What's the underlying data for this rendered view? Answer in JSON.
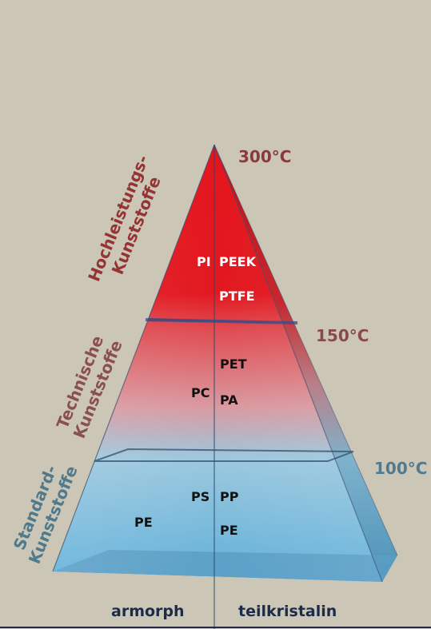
{
  "colors": {
    "background": "#ccc6b6",
    "top_red": "#e8121a",
    "mid_pink": "#e0969a",
    "bottom_blue": "#6ab4d8",
    "temp_red": "#8a3a3a",
    "temp_blue": "#527a8e",
    "label_red": "#943434",
    "label_mid": "#8a5050",
    "label_blue": "#4f7a8c",
    "base_text": "#1c2c48"
  },
  "temperatures": {
    "top": "300°C",
    "middle": "150°C",
    "bottom": "100°C"
  },
  "tiers": {
    "high": {
      "line1": "Hochleistungs-",
      "line2": "Kunststoffe"
    },
    "technical": {
      "line1": "Technische",
      "line2": "Kunststoffe"
    },
    "standard": {
      "line1": "Standard-",
      "line2": "Kunststoffe"
    }
  },
  "materials": {
    "pi": "PI",
    "peek": "PEEK",
    "ptfe": "PTFE",
    "pet": "PET",
    "pc": "PC",
    "pa": "PA",
    "ps": "PS",
    "pp": "PP",
    "pe_left": "PE",
    "pe_right": "PE"
  },
  "base": {
    "left": "armorph",
    "right": "teilkristalin"
  }
}
